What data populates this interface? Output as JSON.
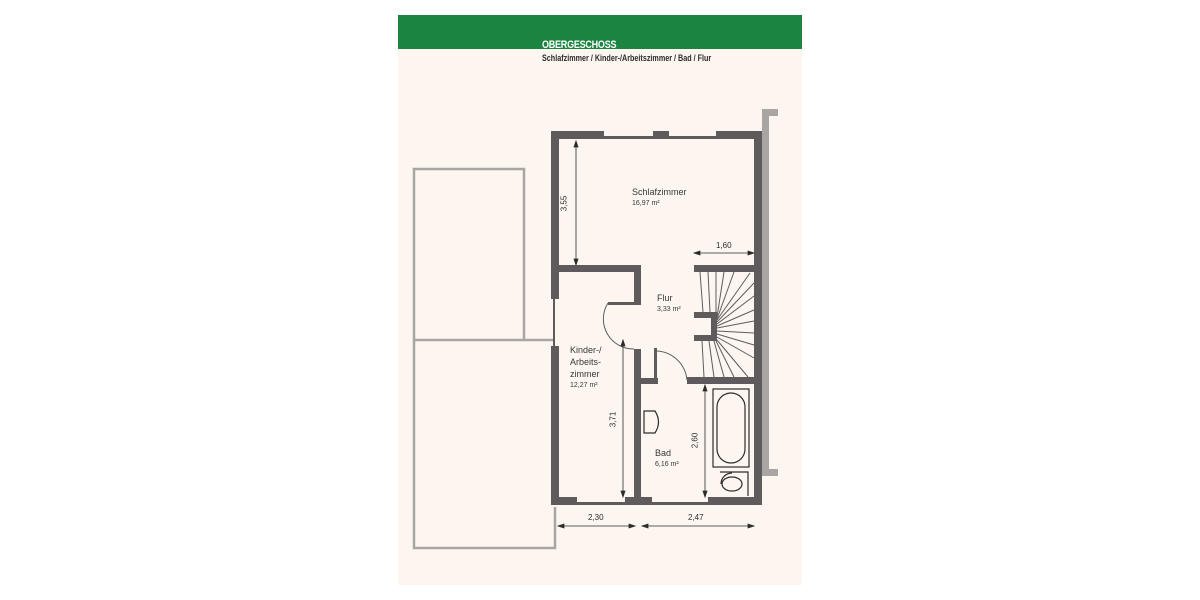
{
  "header": {
    "title": "OBERGESCHOSS",
    "subtitle": "Schlafzimmer / Kinder-/Arbeitszimmer / Bad / Flur",
    "band_color": "#1b8441"
  },
  "rooms": [
    {
      "name": "Schlafzimmer",
      "area": "16,97 m²"
    },
    {
      "name": "Flur",
      "area": "3,33 m²"
    },
    {
      "name_lines": [
        "Kinder-/",
        "Arbeits-",
        "zimmer"
      ],
      "area": "12,27 m²"
    },
    {
      "name": "Bad",
      "area": "6,16 m²"
    }
  ],
  "dimensions": {
    "schlafzimmer_height": "3,55",
    "stair_width": "1,60",
    "kinder_height": "3,71",
    "bad_height": "2,60",
    "kinder_width": "2,30",
    "bad_width": "2,47"
  },
  "colors": {
    "wall": "#5f5b5c",
    "neighbor_outline": "#a8a5a3",
    "background": "#fdf6f0"
  }
}
